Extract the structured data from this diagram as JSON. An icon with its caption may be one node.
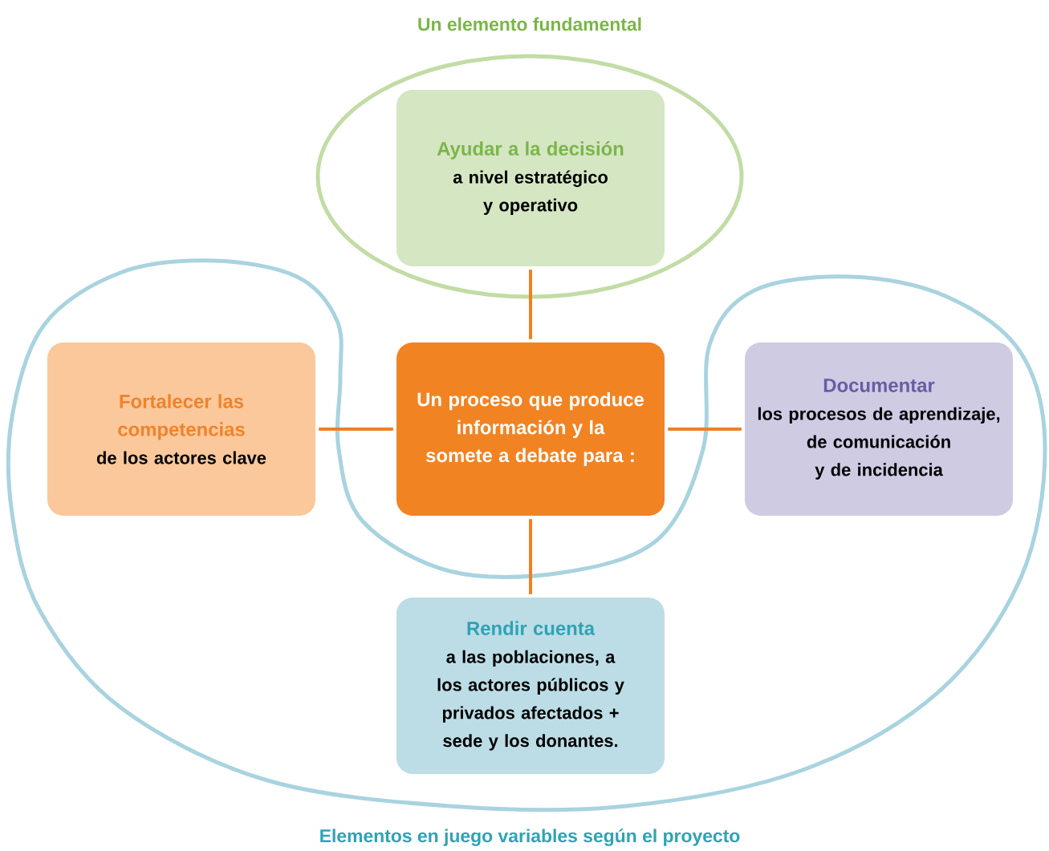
{
  "diagram": {
    "nodes": [
      {
        "text": [
          "Un elemento fundamental"
        ]
      },
      {
        "text": [
          "Ayudar a la decisión",
          "a nivel estratégico y operativo"
        ],
        "in": 0
      },
      {
        "text": [
          "Elementos en juego variables según el proyecto"
        ]
      },
      {
        "text": [
          "Fortalecer las competencias",
          "de los actores clave"
        ],
        "in": 2
      },
      {
        "text": [
          "Un proceso que produce información y la somete a debate para :"
        ]
      },
      {
        "text": [
          "Documentar",
          "los procesos de aprendizaje, de comunicación y de incidencia"
        ],
        "in": 2
      },
      {
        "text": [
          "Rendir cuenta",
          "a las poblaciones, a los actores públicos y privados afectados + sede y los donantes."
        ],
        "in": 2
      }
    ],
    "edges": [
      {
        "from": 4,
        "to": 1,
        "arrow": "none"
      },
      {
        "from": 4,
        "to": 3,
        "arrow": "none"
      },
      {
        "from": 4,
        "to": 5,
        "arrow": "none"
      },
      {
        "from": 4,
        "to": 6,
        "arrow": "none"
      }
    ]
  }
}
